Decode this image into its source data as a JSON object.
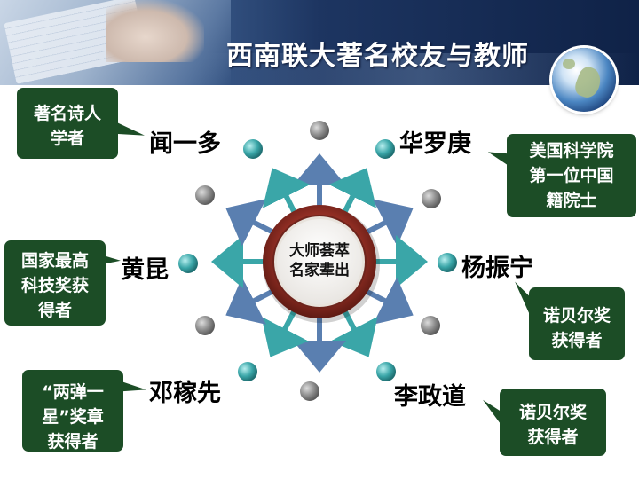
{
  "header": {
    "title": "西南联大著名校友与教师"
  },
  "center": {
    "line1": "大师荟萃",
    "line2": "名家辈出"
  },
  "people": [
    {
      "name": "闻一多",
      "note": [
        "著名诗人",
        "学者"
      ]
    },
    {
      "name": "华罗庚",
      "note": [
        "美国科学院",
        "第一位中国",
        "籍院士"
      ]
    },
    {
      "name": "黄昆",
      "note": [
        "国家最高",
        "科技奖获",
        "得者"
      ]
    },
    {
      "name": "杨振宁",
      "note": [
        "诺贝尔奖",
        "获得者"
      ]
    },
    {
      "name": "邓稼先",
      "note": [
        "“两弹一",
        "星”奖章",
        "获得者"
      ]
    },
    {
      "name": "李政道",
      "note": [
        "诺贝尔奖",
        "获得者"
      ]
    }
  ],
  "colors": {
    "teal": "#3aa6a8",
    "steel_blue": "#5a7fb0",
    "callout_green": "#1c4d26",
    "ring_red": "#8f2d23",
    "dot_gray": "#8c8c8c"
  }
}
